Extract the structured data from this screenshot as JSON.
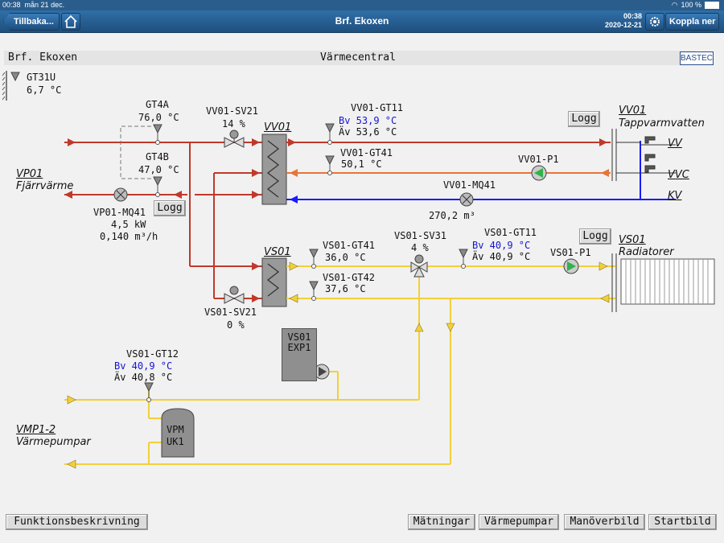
{
  "status": {
    "time": "00:38",
    "date": "mån 21 dec.",
    "battery": "100 %"
  },
  "nav": {
    "back_label": "Tillbaka...",
    "title": "Brf. Ekoxen",
    "clock_time": "00:38",
    "clock_date": "2020-12-21",
    "disconnect_label": "Koppla ner"
  },
  "header": {
    "site": "Brf. Ekoxen",
    "page": "Värmecentral",
    "logo": "BASTEC"
  },
  "outdoor": {
    "name": "GT31U",
    "value": "6,7 °C"
  },
  "primary": {
    "title": "VP01",
    "subtitle": "Fjärrvärme",
    "gt4a_name": "GT4A",
    "gt4a_value": "76,0 °C",
    "gt4b_name": "GT4B",
    "gt4b_value": "47,0 °C",
    "meter_name": "VP01-MQ41",
    "meter_power": "4,5 kW",
    "meter_flow": "0,140 m³/h",
    "logg": "Logg"
  },
  "vv01": {
    "exch": "VV01",
    "valve_name": "VV01-SV21",
    "valve_value": "14 %",
    "gt11_name": "VV01-GT11",
    "gt11_bv": "Bv 53,9 °C",
    "gt11_av": "Äv 53,6 °C",
    "gt41_name": "VV01-GT41",
    "gt41_value": "50,1 °C",
    "pump_name": "VV01-P1",
    "meter_name": "VV01-MQ41",
    "meter_value": "270,2 m³",
    "system_title": "VV01",
    "system_subtitle": "Tappvarmvatten",
    "vv": "VV",
    "vvc": "VVC",
    "kv": "KV",
    "logg": "Logg"
  },
  "vs01": {
    "exch": "VS01",
    "gt41_name": "VS01-GT41",
    "gt41_value": "36,0 °C",
    "gt42_name": "VS01-GT42",
    "gt42_value": "37,6 °C",
    "sv31_name": "VS01-SV31",
    "sv31_value": "4 %",
    "gt11_name": "VS01-GT11",
    "gt11_bv": "Bv 40,9 °C",
    "gt11_av": "Äv 40,9 °C",
    "pump_name": "VS01-P1",
    "sv21_name": "VS01-SV21",
    "sv21_value": "0 %",
    "system_title": "VS01",
    "system_subtitle": "Radiatorer",
    "exp_label_1": "VS01",
    "exp_label_2": "EXP1",
    "gt12_name": "VS01-GT12",
    "gt12_bv": "Bv 40,9 °C",
    "gt12_av": "Äv 40,8 °C",
    "logg": "Logg"
  },
  "vmp": {
    "title": "VMP1-2",
    "subtitle": "Värmepumpar",
    "tank_1": "VPM",
    "tank_2": "UK1"
  },
  "footer": {
    "func_label": "Funktionsbeskrivning",
    "buttons": [
      "Mätningar",
      "Värmepumpar",
      "Manöverbild",
      "Startbild"
    ]
  },
  "colors": {
    "hot": "#c0392b",
    "return_orange": "#e8743b",
    "cold": "#1a1aff",
    "heating": "#f2cf3b",
    "accent_blue": "#1414d6",
    "nav_blue": "#2a5d8c"
  }
}
